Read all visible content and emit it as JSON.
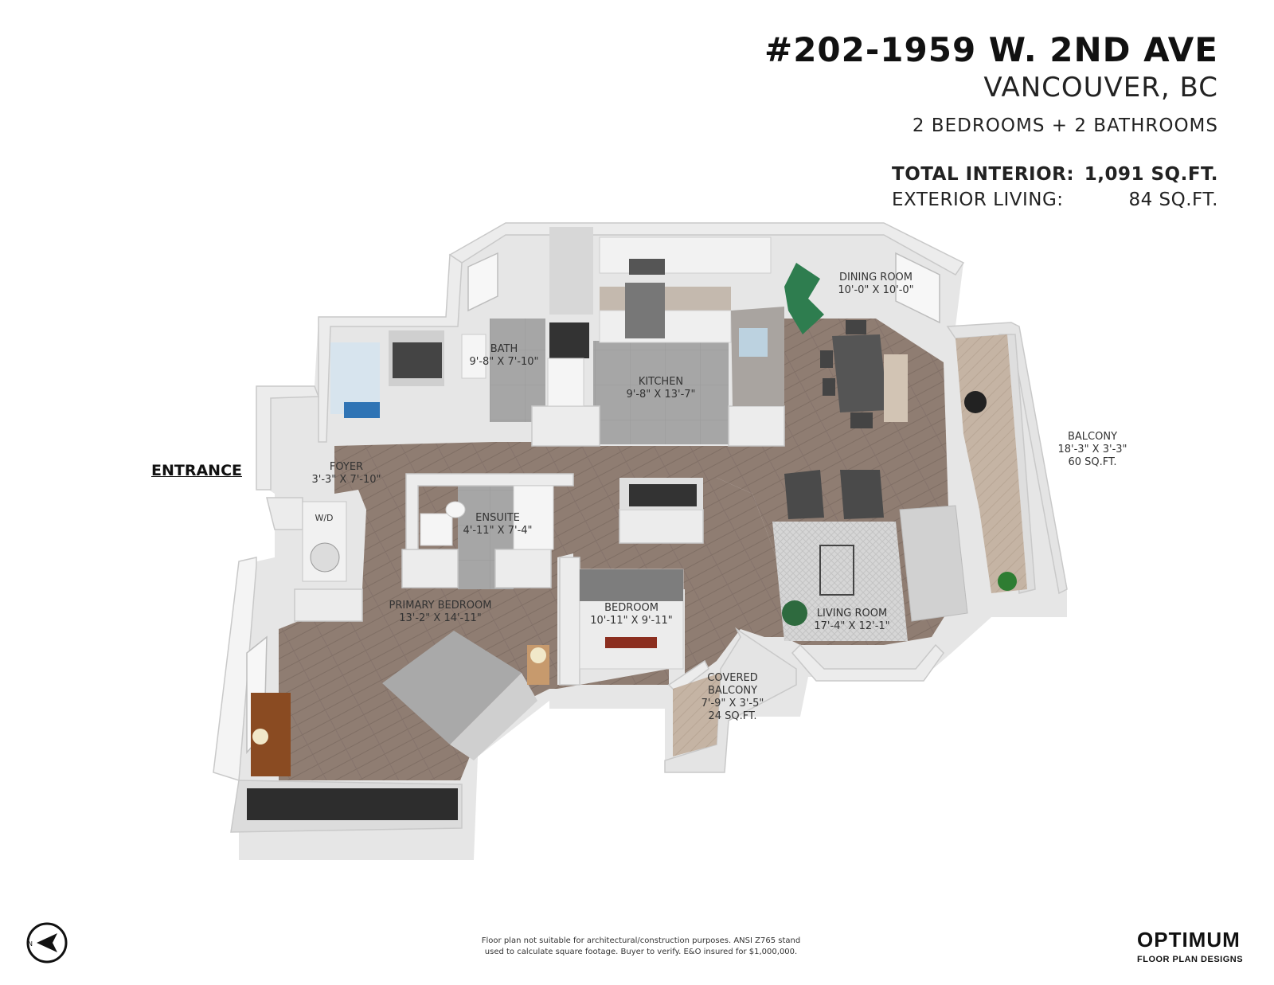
{
  "header": {
    "address": "#202-1959 W. 2ND AVE",
    "city": "VANCOUVER, BC",
    "rooms": "2 BEDROOMS + 2 BATHROOMS",
    "interior_label": "TOTAL INTERIOR:",
    "interior_value": "1,091 SQ.FT.",
    "exterior_label": "EXTERIOR LIVING:",
    "exterior_value": "84 SQ.FT."
  },
  "plan": {
    "entrance": "ENTRANCE",
    "rooms": {
      "bath": {
        "name": "BATH",
        "dims": "9'-8\" X 7'-10\""
      },
      "kitchen": {
        "name": "KITCHEN",
        "dims": "9'-8\" X 13'-7\""
      },
      "dining": {
        "name": "DINING ROOM",
        "dims": "10'-0\" X 10'-0\""
      },
      "balcony": {
        "name": "BALCONY",
        "dims": "18'-3\" X 3'-3\"",
        "area": "60 SQ.FT."
      },
      "foyer": {
        "name": "FOYER",
        "dims": "3'-3\" X 7'-10\""
      },
      "washer_dryer": {
        "name": "W/D"
      },
      "ensuite": {
        "name": "ENSUITE",
        "dims": "4'-11\" X 7'-4\""
      },
      "primary_bedroom": {
        "name": "PRIMARY BEDROOM",
        "dims": "13'-2\" X 14'-11\""
      },
      "bedroom": {
        "name": "BEDROOM",
        "dims": "10'-11\" X 9'-11\""
      },
      "living": {
        "name": "LIVING ROOM",
        "dims": "17'-4\" X 12'-1\""
      },
      "covered_balcony": {
        "name_line1": "COVERED",
        "name_line2": "BALCONY",
        "dims": "7'-9\" X 3'-5\"",
        "area": "24 SQ.FT."
      }
    }
  },
  "footer": {
    "disclaimer": "Floor plan not suitable for architectural/construction purposes. ANSI Z765 stand used to calculate square footage. Buyer to verify. E&O insured for $1,000,000.",
    "compass_letter": "N",
    "logo_main": "OPTIMUM",
    "logo_sub": "FLOOR PLAN DESIGNS"
  },
  "colors": {
    "floor_wood": "#8f7d72",
    "floor_tile": "#a4a4a4",
    "wall": "#e9e9e9",
    "wall_shadow": "#c9c9c9",
    "balcony_floor": "#c7b6a6",
    "rug": "#d9d9d9"
  },
  "icons": [
    "compass-north-icon",
    "sofa-icon",
    "bed-icon",
    "plant-icon",
    "table-icon"
  ]
}
